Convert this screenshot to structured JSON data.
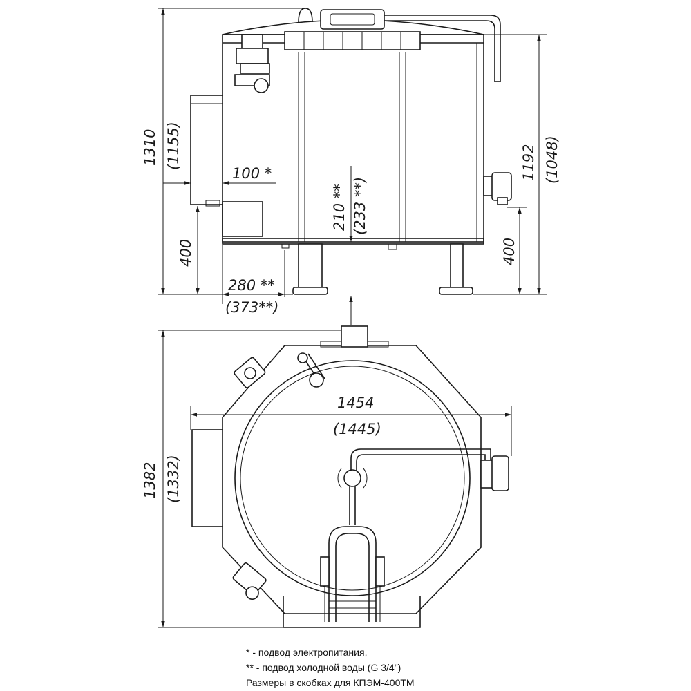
{
  "dimensions": {
    "side_height": "1310",
    "side_height_alt": "(1155)",
    "side_offset": "100 *",
    "water_height": "210 **",
    "water_height_alt": "(233 **)",
    "left_leg_height": "400",
    "front_inlet": "280 **",
    "front_inlet_alt": "(373**)",
    "right_height": "1192",
    "right_height_alt": "(1048)",
    "right_leg_height": "400",
    "plan_width": "1454",
    "plan_width_alt": "(1445)",
    "plan_depth": "1382",
    "plan_depth_alt": "(1332)"
  },
  "notes": [
    "* - подвод электропитания,",
    "** - подвод холодной воды (G 3/4\")",
    "Размеры в скобках для КПЭМ-400ТМ"
  ]
}
